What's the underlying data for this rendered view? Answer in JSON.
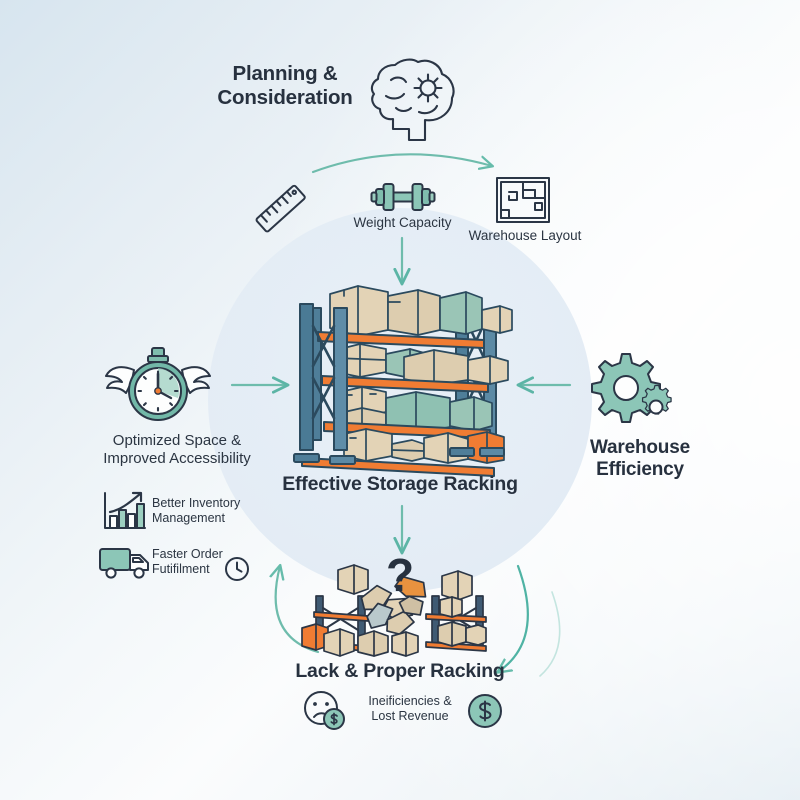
{
  "diagram": {
    "theme": {
      "ink": "#2b3646",
      "accent_teal": "#6bbfae",
      "accent_orange": "#f07c33",
      "box_tan": "#e3d3b6",
      "box_green": "#9dc9bb",
      "rack_blue": "#3f6b86",
      "bg_from": "#d7e5ef",
      "bg_to": "#dfeaf1",
      "circle_fill": "#e3ecf5"
    },
    "top": {
      "title": "Planning &\nConsideration",
      "title_line1": "Planning &",
      "title_line2": "Consideration",
      "icon": "brain-gear-icon"
    },
    "inputs": [
      {
        "id": "ruler",
        "icon": "ruler-icon",
        "label": ""
      },
      {
        "id": "weight",
        "icon": "dumbbell-icon",
        "label": "Weight Capacity"
      },
      {
        "id": "layout",
        "icon": "floor-plan-icon",
        "label": "Warehouse Layout"
      }
    ],
    "center": {
      "title": "Effective Storage Racking",
      "illustration": "pallet-racking-illustration",
      "shelf_count": 4
    },
    "left": {
      "headline_line1": "Optimized Space &",
      "headline_line2": "Improved Accessibility",
      "icon": "winged-stopwatch-icon",
      "benefits": [
        {
          "icon": "bar-chart-growth-icon",
          "line1": "Better Inventory",
          "line2": "Management"
        },
        {
          "icon": "delivery-truck-icon",
          "line1": "Faster Order",
          "line2": "Futifilment",
          "trailing_icon": "clock-icon"
        }
      ]
    },
    "right": {
      "title_line1": "Warehouse",
      "title_line2": "Efficiency",
      "icon": "gears-icon"
    },
    "bottom": {
      "title": "Lack & Proper Racking",
      "illustration": "collapsed-racking-illustration",
      "question_mark": "?",
      "consequences": {
        "leading_icon": "sad-face-coin-icon",
        "line1": "Ineificiencies &",
        "line2": "Lost Revenue",
        "trailing_icon": "dollar-coin-icon"
      }
    },
    "arrows": [
      {
        "id": "arc-planning-to-layout",
        "style": "curved",
        "direction": "right"
      },
      {
        "id": "weight-to-center",
        "style": "straight",
        "direction": "down"
      },
      {
        "id": "left-to-center",
        "style": "straight",
        "direction": "right"
      },
      {
        "id": "right-to-center",
        "style": "straight",
        "direction": "left"
      },
      {
        "id": "center-to-bottom",
        "style": "straight",
        "direction": "down"
      },
      {
        "id": "bottom-left-loop",
        "style": "curved",
        "direction": "up"
      },
      {
        "id": "bottom-right-loop",
        "style": "curved",
        "direction": "down-left"
      }
    ]
  }
}
